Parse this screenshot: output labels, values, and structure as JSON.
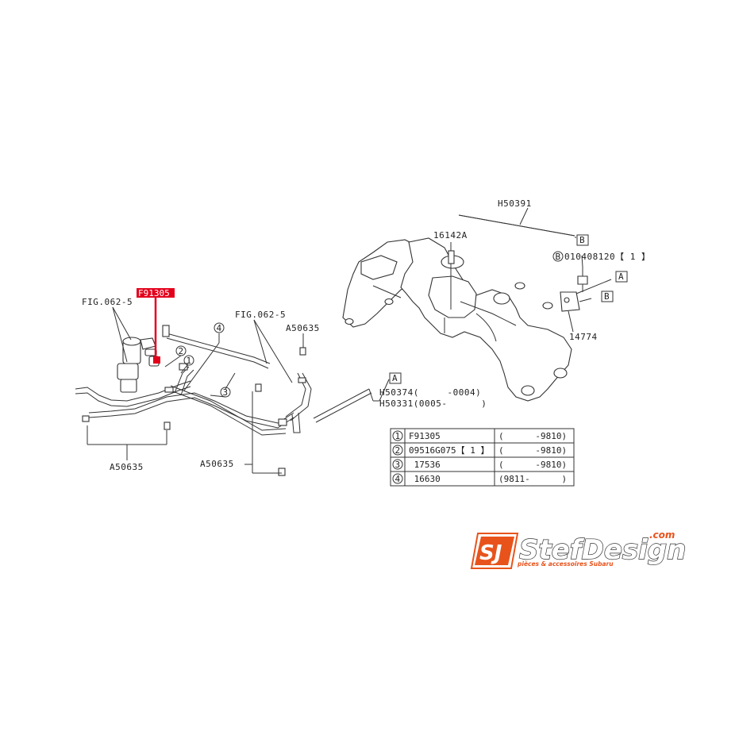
{
  "highlight": {
    "part": "F91305",
    "color": "#e3001b"
  },
  "labels": {
    "h50391": "H50391",
    "p16142a": "16142A",
    "b_bolt": "010408120【 1 】",
    "p14774": "14774",
    "fig_left": "FIG.062-5",
    "fig_mid": "FIG.062-5",
    "a50635_top": "A50635",
    "a50635_left": "A50635",
    "a50635_mid": "A50635",
    "h50374": "H50374(     -0004)",
    "h50331": "H50331(0005-      )",
    "circle_1": "1",
    "circle_2": "2",
    "circle_3": "3",
    "circle_4": "4",
    "box_a_top": "A",
    "box_a_pipe": "A",
    "box_b_top": "B",
    "box_b_mid": "B",
    "circle_b": "B"
  },
  "parts_table": {
    "rows": [
      {
        "num": "1",
        "part": "F91305",
        "range": "(      -9810)"
      },
      {
        "num": "2",
        "part": "09516G075【 1 】",
        "range": "(      -9810)"
      },
      {
        "num": "3",
        "part": " 17536",
        "range": "(      -9810)"
      },
      {
        "num": "4",
        "part": " 16630",
        "range": "(9811-      )"
      }
    ]
  },
  "logo": {
    "brand": "StefDesign",
    "tld": ".com",
    "tagline": "pièces & accessoires Subaru",
    "mark": "SJ",
    "accent": "#e8531c"
  }
}
